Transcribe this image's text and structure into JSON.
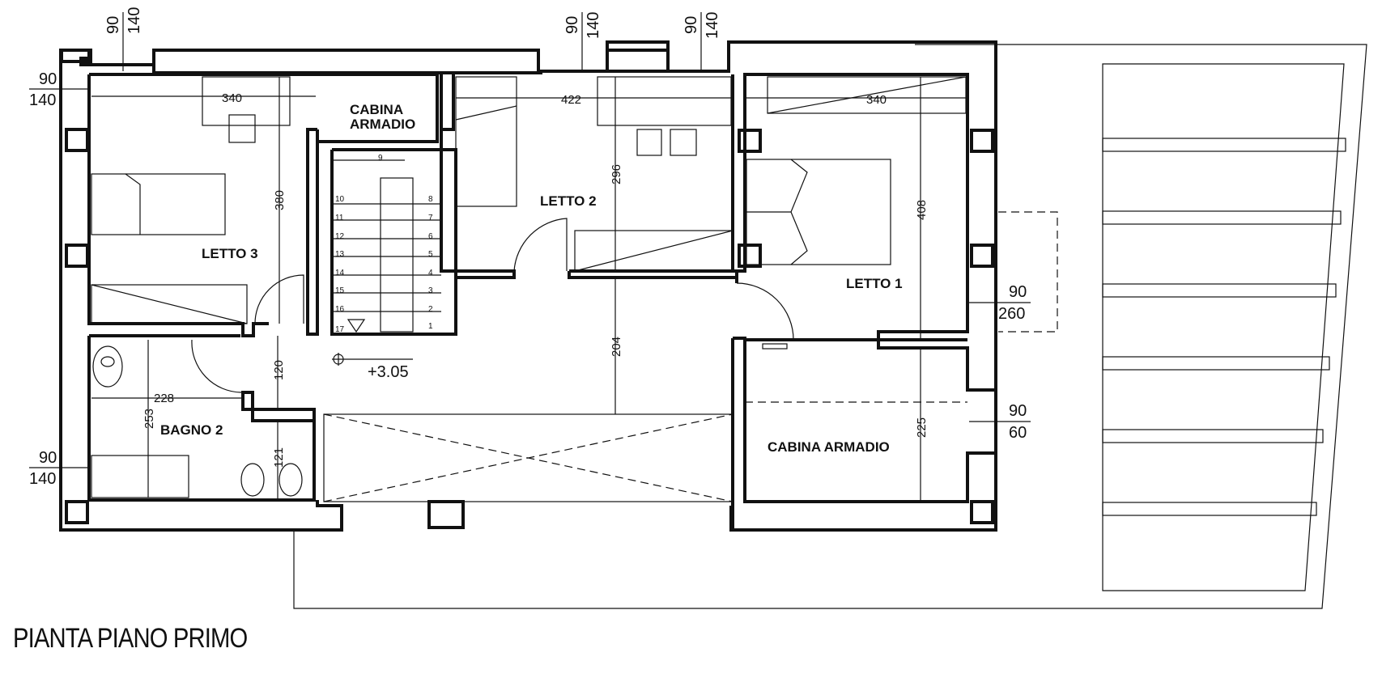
{
  "rooms": {
    "letto3": "LETTO 3",
    "letto2": "LETTO 2",
    "letto1": "LETTO 1",
    "bagno2": "BAGNO 2",
    "cabina_top_1": "CABINA",
    "cabina_top_2": "ARMADIO",
    "cabina_armadio": "CABINA ARMADIO"
  },
  "dimensions": {
    "w_letto3": "340",
    "w_letto2": "422",
    "w_letto1": "340",
    "h_letto3": "380",
    "h_letto2": "296",
    "h_letto1": "408",
    "h_corridor": "204",
    "h_gap": "120",
    "h_wc": "121",
    "w_bagno": "228",
    "h_bagno": "253",
    "h_cabina": "225"
  },
  "windows": {
    "top1_a": "90",
    "top1_b": "140",
    "top2_a": "90",
    "top2_b": "140",
    "top3_a": "90",
    "top3_b": "140",
    "left1_a": "90",
    "left1_b": "140",
    "left2_a": "90",
    "left2_b": "140",
    "right1_a": "90",
    "right1_b": "260",
    "right2_a": "90",
    "right2_b": "60"
  },
  "level": "+3.05",
  "stairs": [
    "1",
    "2",
    "3",
    "4",
    "5",
    "6",
    "7",
    "8",
    "9",
    "10",
    "11",
    "12",
    "13",
    "14",
    "15",
    "16",
    "17"
  ],
  "title": "PIANTA PIANO PRIMO"
}
